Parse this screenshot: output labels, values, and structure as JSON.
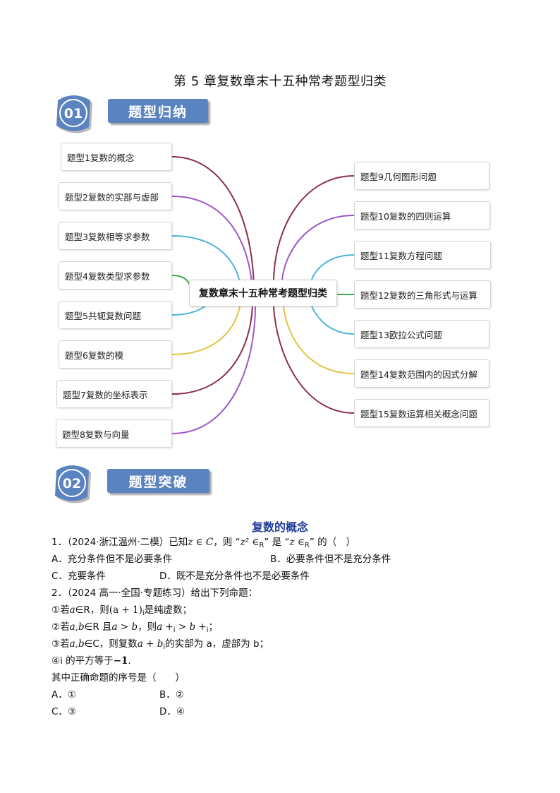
{
  "doc_title": "第 5 章复数章末十五种常考题型归类",
  "section1": {
    "number": "01",
    "banner": "题型归纳"
  },
  "section2": {
    "number": "02",
    "banner": "题型突破"
  },
  "mindmap": {
    "center": "复数章末十五种常考题型归类",
    "left": [
      {
        "label": "题型1复数的概念",
        "color": "#8c2f4b"
      },
      {
        "label": "题型2复数的实部与虚部",
        "color": "#9b59c8"
      },
      {
        "label": "题型3复数相等求参数",
        "color": "#4fb3d9"
      },
      {
        "label": "题型4复数类型求参数",
        "color": "#3daa4f"
      },
      {
        "label": "题型5共轭复数问题",
        "color": "#4fb3d9"
      },
      {
        "label": "题型6复数的模",
        "color": "#e3c340"
      },
      {
        "label": "题型7复数的坐标表示",
        "color": "#8c2f4b"
      },
      {
        "label": "题型8复数与向量",
        "color": "#9b59c8"
      }
    ],
    "right": [
      {
        "label": "题型9几何图形问题",
        "color": "#8c2f4b"
      },
      {
        "label": "题型10复数的四则运算",
        "color": "#9b59c8"
      },
      {
        "label": "题型11复数方程问题",
        "color": "#4fb3d9"
      },
      {
        "label": "题型12复数的三角形式与运算",
        "color": "#3daa4f"
      },
      {
        "label": "题型13欧拉公式问题",
        "color": "#4fb3d9"
      },
      {
        "label": "题型14复数范围内的因式分解",
        "color": "#e3c340"
      },
      {
        "label": "题型15复数运算相关概念问题",
        "color": "#8c2f4b"
      }
    ]
  },
  "heading": "复数的概念",
  "q1": {
    "stem_a": "1．（2024·浙江温州·二模）已知",
    "stem_b": "，则 “",
    "stem_c": "” 是 “",
    "stem_d": "” 的（　）",
    "m1": "z ∈ C",
    "m2": "z² ∈",
    "m2r": "R",
    "m3": "z ∈",
    "m3r": "R",
    "optA": "A．充分条件但不是必要条件",
    "optB": "B．必要条件但不是充分条件",
    "optC": "C．充要条件",
    "optD": "D．既不是充分条件也不是必要条件"
  },
  "q2": {
    "stem": "2．（2024 高一·全国·专题练习）给出下列命题：",
    "p1a": "①若",
    "p1m": "a",
    "p1b": "∈R，则",
    "p1m2": "(a + 1)",
    "p1i": "i",
    "p1c": "是纯虚数；",
    "p2a": "②若",
    "p2m": "a,b",
    "p2b": "∈R 且",
    "p2m2": "a > b",
    "p2c": "，则",
    "p2m3": "a +",
    "p2i1": "i",
    "p2m4": " > b +",
    "p2i2": "i",
    "p2d": "；",
    "p3a": "③若",
    "p3m": "a,b",
    "p3b": "∈C，则复数",
    "p3m2": "a + b",
    "p3i": "i",
    "p3c": "的实部为 a，虚部为 b；",
    "p4a": "④i 的平方等于",
    "p4m": "−1",
    "p4b": ".",
    "ask": "其中正确命题的序号是（　　）",
    "optA": "A．①",
    "optB": "B．②",
    "optC": "C．③",
    "optD": "D．④"
  }
}
